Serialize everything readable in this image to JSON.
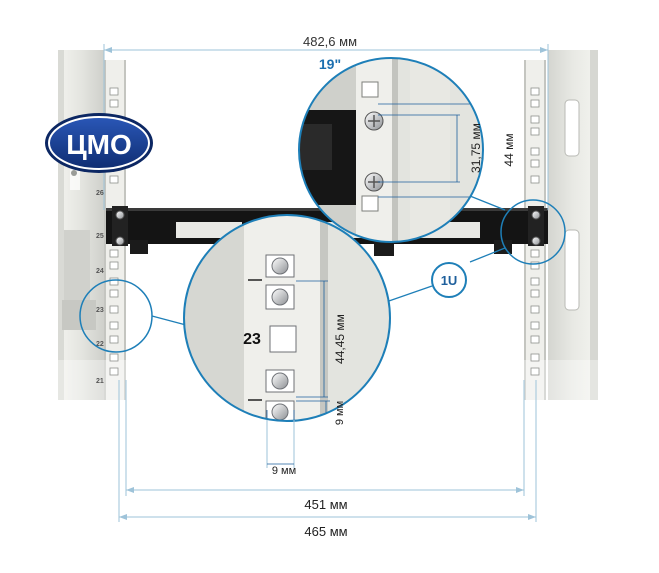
{
  "logo": {
    "text": "ЦМО"
  },
  "dimensions": {
    "overall_width": "482,6 мм",
    "standard": "19\"",
    "hole_pitch_short": "31,75 мм",
    "unit_height": "44 мм",
    "unit_label": "1U",
    "unit_height_precise": "44,45 мм",
    "square_hole_v": "9 мм",
    "square_hole_h": "9 мм",
    "rail_inner_width": "451 мм",
    "rail_outer_width": "465 мм"
  },
  "rail_numbers": {
    "unit_main": "23",
    "left_top": "26",
    "left_mid_a": "25",
    "left_mid_b": "24",
    "left_23": "23",
    "left_22": "22",
    "left_21": "21"
  },
  "colors": {
    "rail": "#e6e7e2",
    "rail_shadow": "#c9cac5",
    "rail_edge": "#aeb0ab",
    "panel": "#121212",
    "callout_ring": "#1e7fb8",
    "dim_line": "#9ec3d9",
    "logo_blue": "#173b8e"
  }
}
